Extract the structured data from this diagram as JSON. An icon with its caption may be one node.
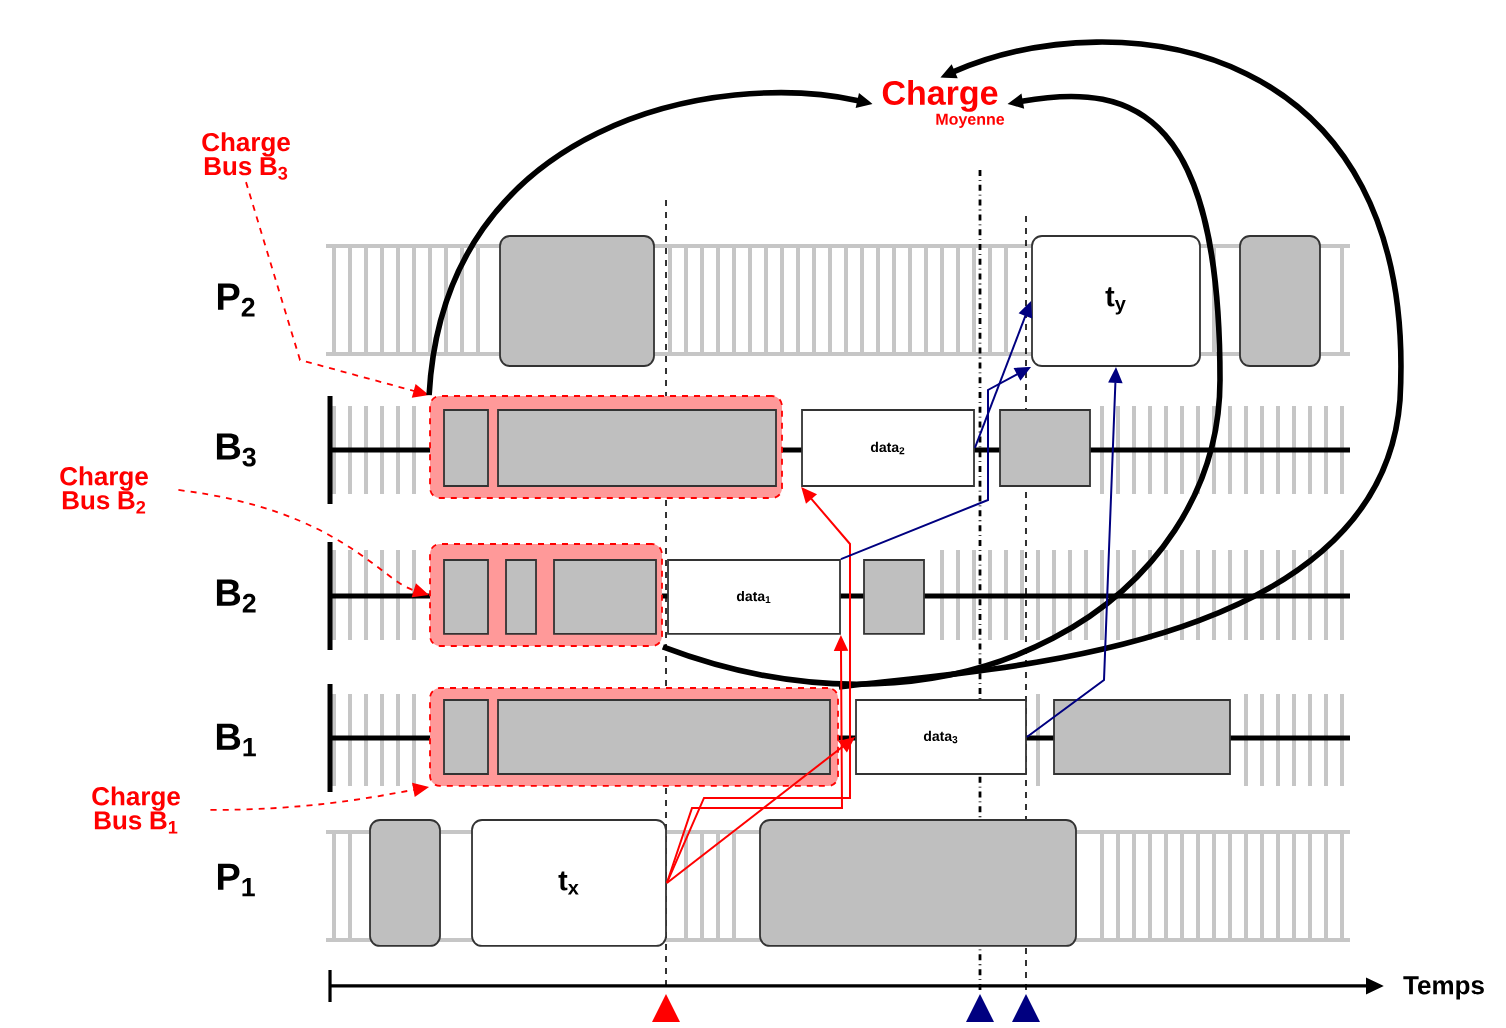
{
  "diagram": {
    "nodes": [
      {
        "text": [
          "Charge",
          "Moyenne"
        ]
      },
      {
        "text": [
          "Charge Bus B$_{3}$"
        ]
      },
      {
        "text": [],
        "shape": "box"
      },
      {
        "text": [
          "t$_{y}$"
        ]
      },
      {
        "text": [],
        "shape": "box"
      },
      {
        "text": [],
        "shape": "box"
      },
      {
        "text": [],
        "shape": "box",
        "in": 5
      },
      {
        "text": [],
        "shape": "box",
        "in": 5
      },
      {
        "text": [
          "data$_{2}$"
        ]
      },
      {
        "text": [],
        "shape": "box"
      },
      {
        "text": [
          "Charge Bus B$_{2}$"
        ]
      },
      {
        "text": [],
        "shape": "box"
      },
      {
        "text": [],
        "shape": "box",
        "in": 11
      },
      {
        "text": [],
        "shape": "box",
        "in": 11
      },
      {
        "text": [],
        "shape": "box",
        "in": 11
      },
      {
        "text": [
          "data$_{1}$"
        ]
      },
      {
        "text": [],
        "shape": "box"
      },
      {
        "text": [],
        "shape": "box"
      },
      {
        "text": [],
        "shape": "box",
        "in": 17
      },
      {
        "text": [],
        "shape": "box",
        "in": 17
      },
      {
        "text": [
          "data$_{3}$"
        ]
      },
      {
        "text": [],
        "shape": "box"
      },
      {
        "text": [
          "Charge Bus B$_{1}$"
        ]
      },
      {
        "text": [],
        "shape": "box"
      },
      {
        "text": [
          "t$_{x}$"
        ]
      },
      {
        "text": [],
        "shape": "box"
      }
    ],
    "edges": [
      {
        "from": 1,
        "to": 5,
        "arrow": "to",
        "style": "dashed",
        "color": "#ff0000"
      },
      {
        "from": 10,
        "to": 11,
        "arrow": "to",
        "style": "dashed",
        "color": "#ff0000"
      },
      {
        "from": 22,
        "to": 17,
        "arrow": "to",
        "style": "dashed",
        "color": "#ff0000"
      },
      {
        "from": 5,
        "to": 0,
        "arrow": "to",
        "style": "thick",
        "color": "#000000"
      },
      {
        "from": 11,
        "to": 0,
        "arrow": "to",
        "style": "thick",
        "color": "#000000"
      },
      {
        "from": 17,
        "to": 0,
        "arrow": "to",
        "style": "thick",
        "color": "#000000"
      },
      {
        "from": 24,
        "to": 15,
        "arrow": "to",
        "color": "#ff0000"
      },
      {
        "from": 24,
        "to": 8,
        "arrow": "to",
        "color": "#ff0000"
      },
      {
        "from": 24,
        "to": 20,
        "arrow": "to",
        "color": "#ff0000"
      },
      {
        "from": 15,
        "to": 3,
        "arrow": "to",
        "color": "#000080"
      },
      {
        "from": 8,
        "to": 3,
        "arrow": "to",
        "color": "#000080"
      },
      {
        "from": 20,
        "to": 3,
        "arrow": "to",
        "color": "#000080"
      }
    ],
    "labels": [
      "P$_{2}$",
      "B$_{3}$",
      "B$_{2}$",
      "B$_{1}$",
      "P$_{1}$",
      "Temps"
    ]
  }
}
